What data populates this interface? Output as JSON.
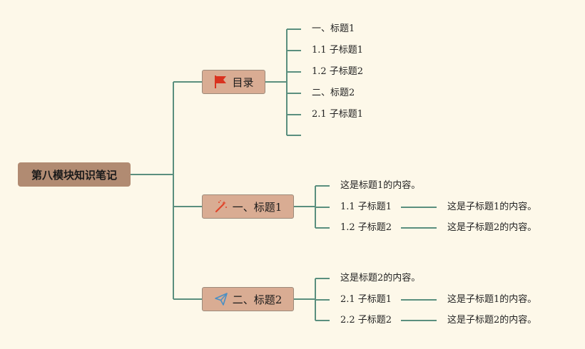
{
  "root": {
    "label": "第八模块知识笔记"
  },
  "branches": [
    {
      "label": "目录",
      "icon": "flag-icon",
      "children": [
        "一、标题1",
        "1.1 子标题1",
        "1.2 子标题2",
        "二、标题2",
        "2.1 子标题1",
        ""
      ]
    },
    {
      "label": "一、标题1",
      "icon": "magic-wand-icon",
      "intro": "这是标题1的内容。",
      "subs": [
        {
          "label": "1.1 子标题1",
          "detail": "这是子标题1的内容。"
        },
        {
          "label": "1.2 子标题2",
          "detail": "这是子标题2的内容。"
        }
      ]
    },
    {
      "label": "二、标题2",
      "icon": "paper-plane-icon",
      "intro": "这是标题2的内容。",
      "subs": [
        {
          "label": "2.1 子标题1",
          "detail": "这是子标题1的内容。"
        },
        {
          "label": "2.2 子标题2",
          "detail": "这是子标题2的内容。"
        }
      ]
    }
  ],
  "colors": {
    "line": "#5a8f7e",
    "root_fill": "#b18b72",
    "branch_fill": "#d9ac93",
    "background": "#fdf8e9",
    "flag": "#d9321f",
    "wand": "#e0442a",
    "plane": "#4a8fc4"
  }
}
